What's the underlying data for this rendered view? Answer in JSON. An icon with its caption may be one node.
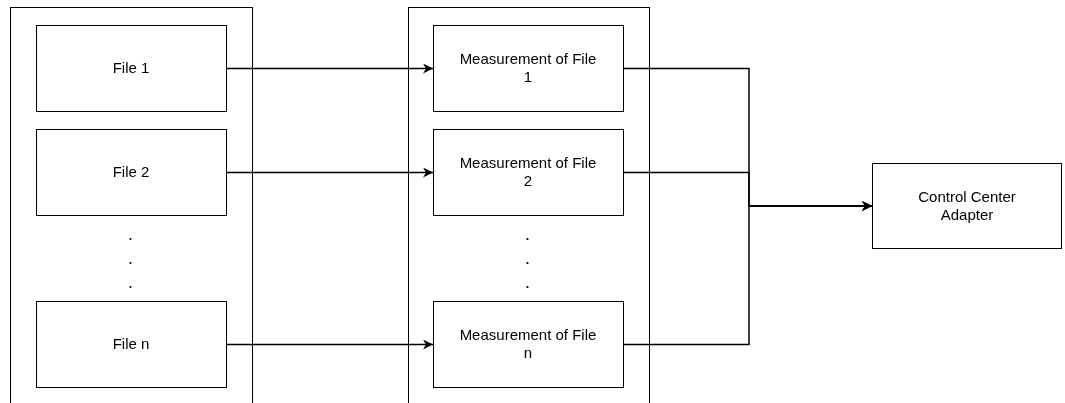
{
  "diagram": {
    "nodes": [
      {
        "text": [],
        "shape": "box"
      },
      {
        "text": [
          "File 1"
        ],
        "in": 0
      },
      {
        "text": [
          "File 2"
        ],
        "in": 0
      },
      {
        "text": [
          "File n"
        ],
        "in": 0
      },
      {
        "text": [],
        "shape": "box"
      },
      {
        "text": [
          "Measurement of File 1"
        ],
        "in": 4
      },
      {
        "text": [
          "Measurement of File 2"
        ],
        "in": 4
      },
      {
        "text": [
          "Measurement of File n"
        ],
        "in": 4
      },
      {
        "text": [
          "Control Center Adapter"
        ]
      }
    ],
    "edges": [
      {
        "from": 1,
        "to": 5,
        "arrow": "to"
      },
      {
        "from": 2,
        "to": 6,
        "arrow": "to"
      },
      {
        "from": 3,
        "to": 7,
        "arrow": "to"
      },
      {
        "from": 5,
        "to": 8,
        "arrow": "to"
      },
      {
        "from": 6,
        "to": 8,
        "arrow": "to"
      },
      {
        "from": 7,
        "to": 8,
        "arrow": "to"
      }
    ],
    "labels": [
      ".",
      ".",
      ".",
      ".",
      ".",
      "."
    ]
  }
}
